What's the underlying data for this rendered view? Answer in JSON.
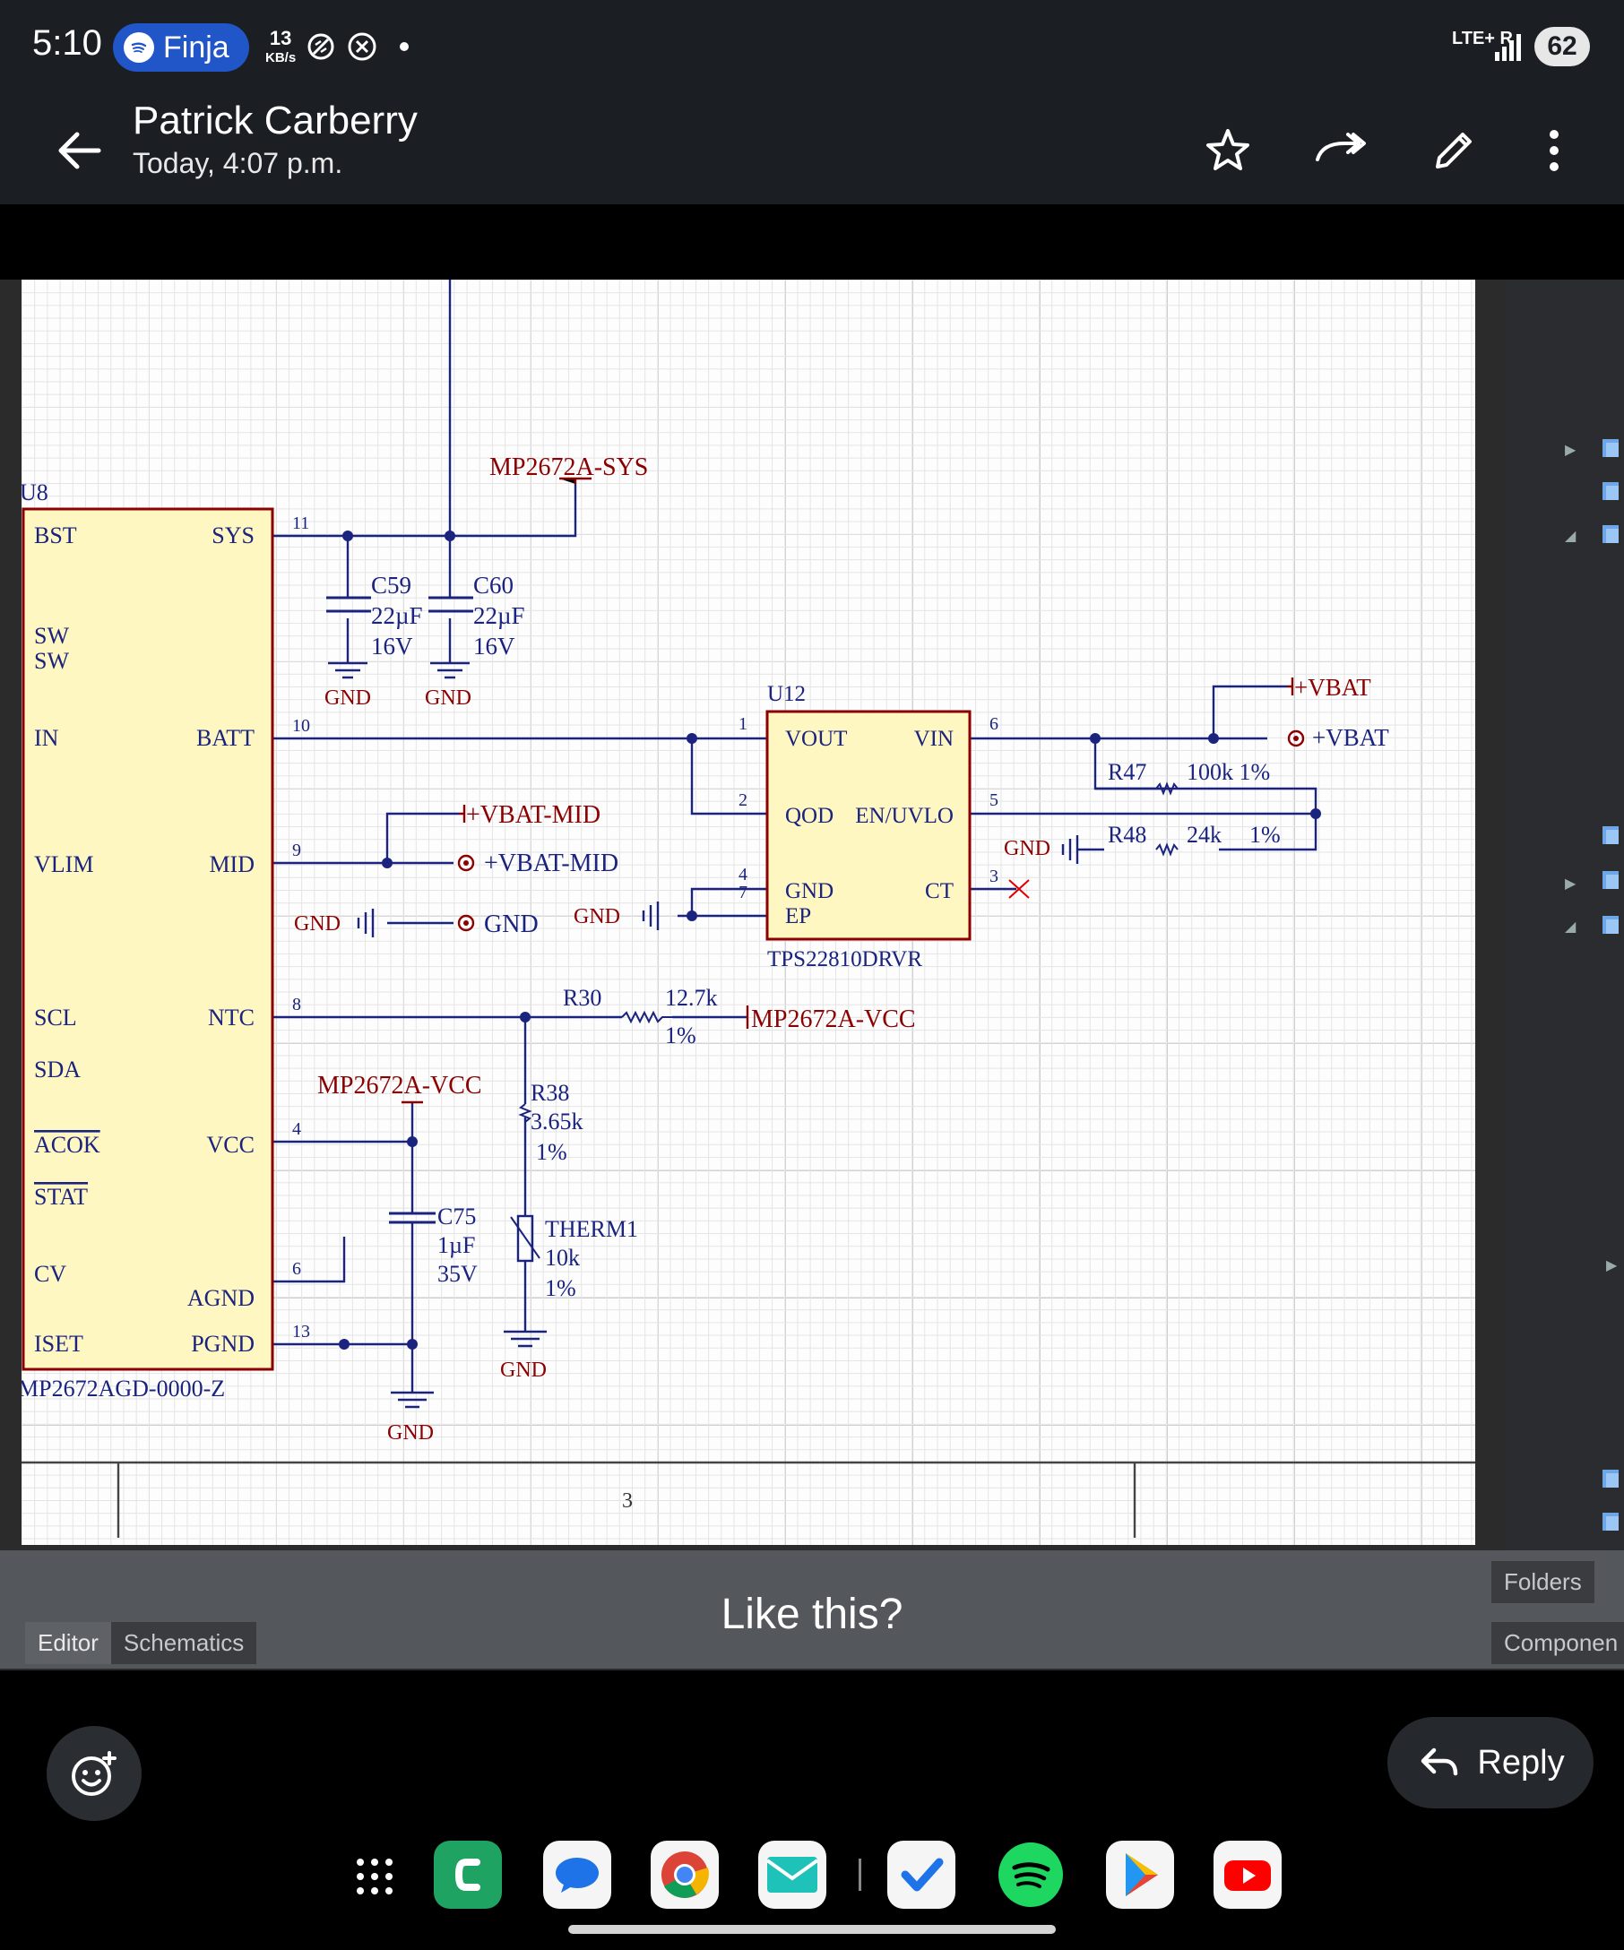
{
  "status_bar": {
    "time": "5:10",
    "spotify_label": "Finja",
    "speed_value": "13",
    "speed_unit": "KB/s",
    "network": "LTE+ R",
    "battery": "62"
  },
  "header": {
    "sender": "Patrick Carberry",
    "timestamp": "Today, 4:07 p.m.",
    "icons": [
      "back-arrow-icon",
      "star-icon",
      "forward-icon",
      "edit-icon",
      "more-icon"
    ]
  },
  "schematic": {
    "u8": {
      "ref": "U8",
      "part": "MP2672AGD-0000-Z",
      "left_pins": [
        "BST",
        "SW",
        "SW",
        "IN",
        "VLIM",
        "SCL",
        "SDA",
        "ACOK",
        "STAT",
        "CV",
        "ISET"
      ],
      "right_pins": [
        "SYS",
        "BATT",
        "MID",
        "NTC",
        "VCC",
        "AGND",
        "PGND"
      ],
      "pin_numbers": [
        "11",
        "10",
        "9",
        "8",
        "4",
        "6",
        "13"
      ]
    },
    "net_sys": "MP2672A-SYS",
    "c59": [
      "C59",
      "22µF",
      "16V"
    ],
    "c60": [
      "C60",
      "22µF",
      "16V"
    ],
    "gnd": "GND",
    "u12": {
      "ref": "U12",
      "part": "TPS22810DRVR",
      "pins": [
        "VOUT",
        "VIN",
        "QOD",
        "EN/UVLO",
        "GND",
        "EP",
        "CT"
      ],
      "pin_numbers": [
        "1",
        "6",
        "2",
        "5",
        "4",
        "7",
        "3"
      ]
    },
    "vbat": "+VBAT",
    "vbat_mid": "+VBAT-MID",
    "r47": [
      "R47",
      "100k 1%"
    ],
    "r48": [
      "R48",
      "24k",
      "1%"
    ],
    "r30": [
      "R30",
      "12.7k",
      "1%"
    ],
    "net_vcc": "MP2672A-VCC",
    "r38": [
      "R38",
      "3.65k",
      "1%"
    ],
    "c75": [
      "C75",
      "1µF",
      "35V"
    ],
    "therm1": [
      "THERM1",
      "10k",
      "1%"
    ],
    "sheet_number": "3"
  },
  "caption": "Like this?",
  "editor_tabs": [
    "Editor",
    "Schematics"
  ],
  "right_tabs": [
    "Folders",
    "Componen"
  ],
  "reply_label": "Reply",
  "dock_apps": [
    "apps-grid-icon",
    "phone-app-icon",
    "messages-app-icon",
    "chrome-app-icon",
    "email-app-icon",
    "tasks-app-icon",
    "spotify-app-icon",
    "play-store-app-icon",
    "youtube-app-icon"
  ],
  "colors": {
    "wire": "#1a237e",
    "label": "#8b0000",
    "component_fill": "#fff7c2",
    "component_stroke": "#8b0000",
    "spotify_pill": "#2156c9"
  }
}
